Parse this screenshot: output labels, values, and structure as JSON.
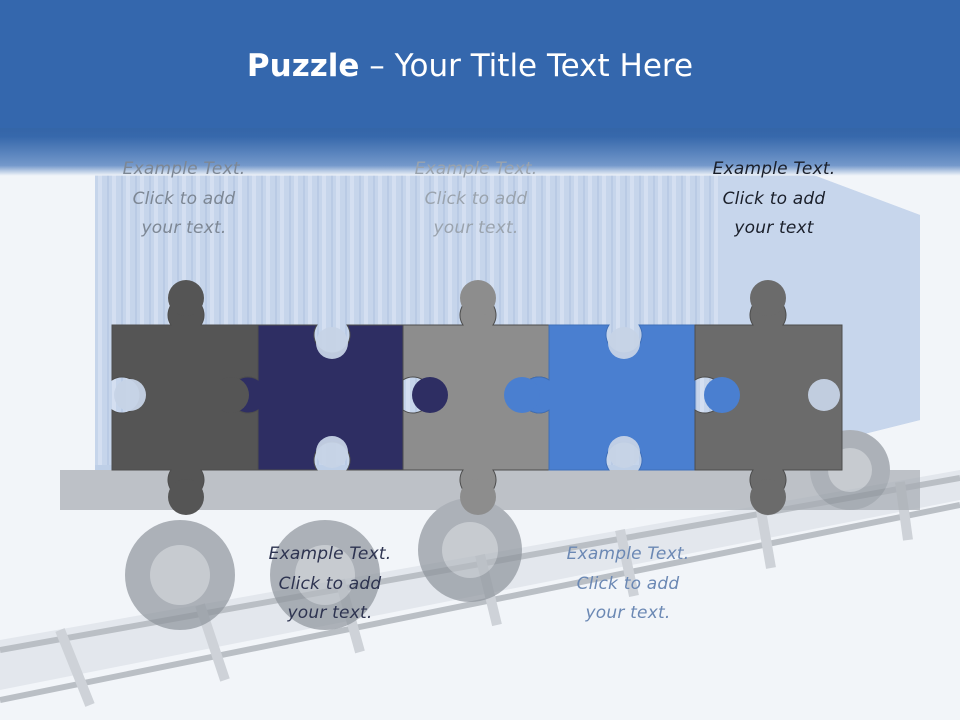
{
  "title": {
    "bold": "Puzzle",
    "rest": " – Your Title Text Here"
  },
  "captions": [
    {
      "line1": "Example Text.",
      "line2": "Click  to add",
      "line3": "your text."
    },
    {
      "line1": "Example Text.",
      "line2": "Click  to add",
      "line3": "your text."
    },
    {
      "line1": "Example Text.",
      "line2": "Click  to add",
      "line3": "your text."
    },
    {
      "line1": "Example Text.",
      "line2": "Click  to add",
      "line3": "your text."
    },
    {
      "line1": "Example Text.",
      "line2": "Click  to add",
      "line3": "your text"
    }
  ],
  "colors": {
    "header": "#3a6cb0",
    "piece_dark_gray": "#555555",
    "piece_navy": "#2e2e63",
    "piece_light_gray": "#8d8d8d",
    "piece_blue": "#4a7fd0",
    "piece_gray": "#6b6b6b"
  }
}
